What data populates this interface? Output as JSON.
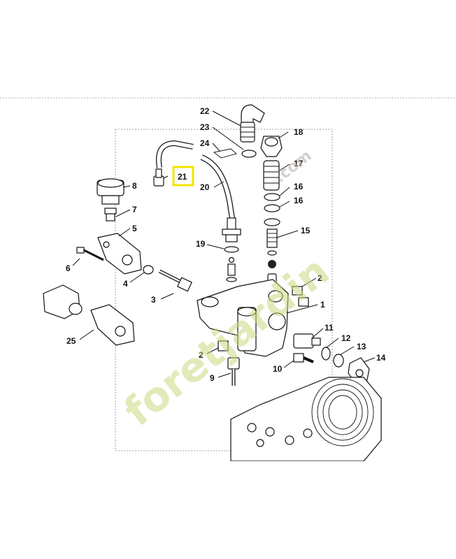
{
  "diagram": {
    "callouts": [
      {
        "id": "22",
        "label": "22"
      },
      {
        "id": "23",
        "label": "23"
      },
      {
        "id": "24",
        "label": "24"
      },
      {
        "id": "21",
        "label": "21"
      },
      {
        "id": "20",
        "label": "20"
      },
      {
        "id": "18",
        "label": "18"
      },
      {
        "id": "17",
        "label": "17"
      },
      {
        "id": "16a",
        "label": "16"
      },
      {
        "id": "16b",
        "label": "16"
      },
      {
        "id": "15",
        "label": "15"
      },
      {
        "id": "8",
        "label": "8"
      },
      {
        "id": "7",
        "label": "7"
      },
      {
        "id": "5",
        "label": "5"
      },
      {
        "id": "6",
        "label": "6"
      },
      {
        "id": "4",
        "label": "4"
      },
      {
        "id": "3",
        "label": "3"
      },
      {
        "id": "19",
        "label": "19"
      },
      {
        "id": "2a",
        "label": "2"
      },
      {
        "id": "2b",
        "label": "2"
      },
      {
        "id": "1",
        "label": "1"
      },
      {
        "id": "11",
        "label": "11"
      },
      {
        "id": "12",
        "label": "12"
      },
      {
        "id": "13",
        "label": "13"
      },
      {
        "id": "14",
        "label": "14"
      },
      {
        "id": "10",
        "label": "10"
      },
      {
        "id": "9",
        "label": "9"
      },
      {
        "id": "25",
        "label": "25"
      }
    ],
    "highlighted_callout": "21",
    "highlight_color": "#f2e600",
    "line_color": "#111111"
  },
  "watermark": {
    "main": "foretjardin",
    "suffix": ".com",
    "color_main": "#c9d980",
    "color_suffix": "#bbb2a8"
  }
}
